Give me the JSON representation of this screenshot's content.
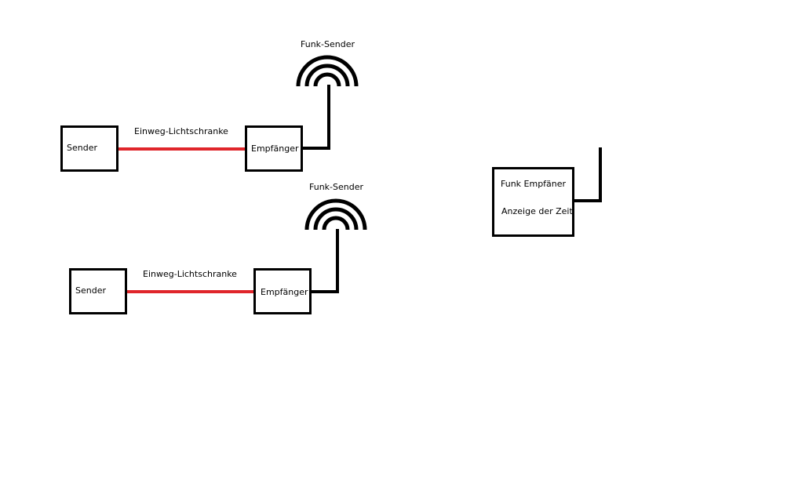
{
  "diagram": {
    "system1": {
      "transmitter_antenna_label": "Funk-Sender",
      "beam_label": "Einweg-Lichtschranke",
      "sender_label": "Sender",
      "receiver_label": "Empfänger"
    },
    "system2": {
      "transmitter_antenna_label": "Funk-Sender",
      "beam_label": "Einweg-Lichtschranke",
      "sender_label": "Sender",
      "receiver_label": "Empfänger"
    },
    "radio_receiver": {
      "title": "Funk Empfäner",
      "subtitle": "Anzeige der Zeit"
    },
    "colors": {
      "beam": "#e0262b",
      "line": "#000000"
    }
  }
}
